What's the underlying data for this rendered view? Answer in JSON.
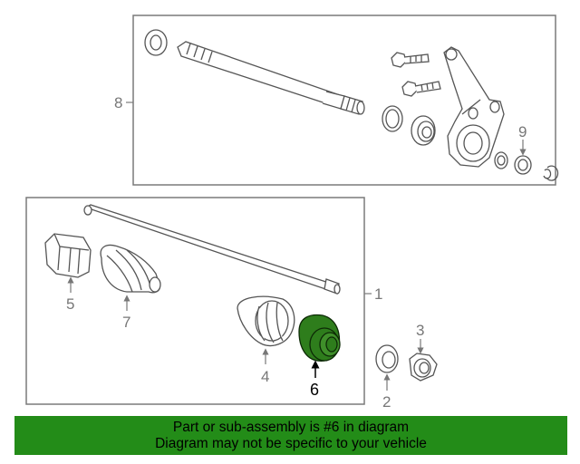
{
  "callouts": {
    "c1": "1",
    "c2": "2",
    "c3": "3",
    "c4": "4",
    "c5": "5",
    "c6": "6",
    "c7": "7",
    "c8": "8",
    "c9": "9"
  },
  "highlighted_part": "6",
  "banner": {
    "line1": "Part or sub-assembly is #6 in diagram",
    "line2": "Diagram may not be specific to your vehicle"
  },
  "colors": {
    "highlight_fill": "#2e7d1c",
    "banner_bg": "#238c18",
    "line_gray": "#7a7a7a"
  }
}
